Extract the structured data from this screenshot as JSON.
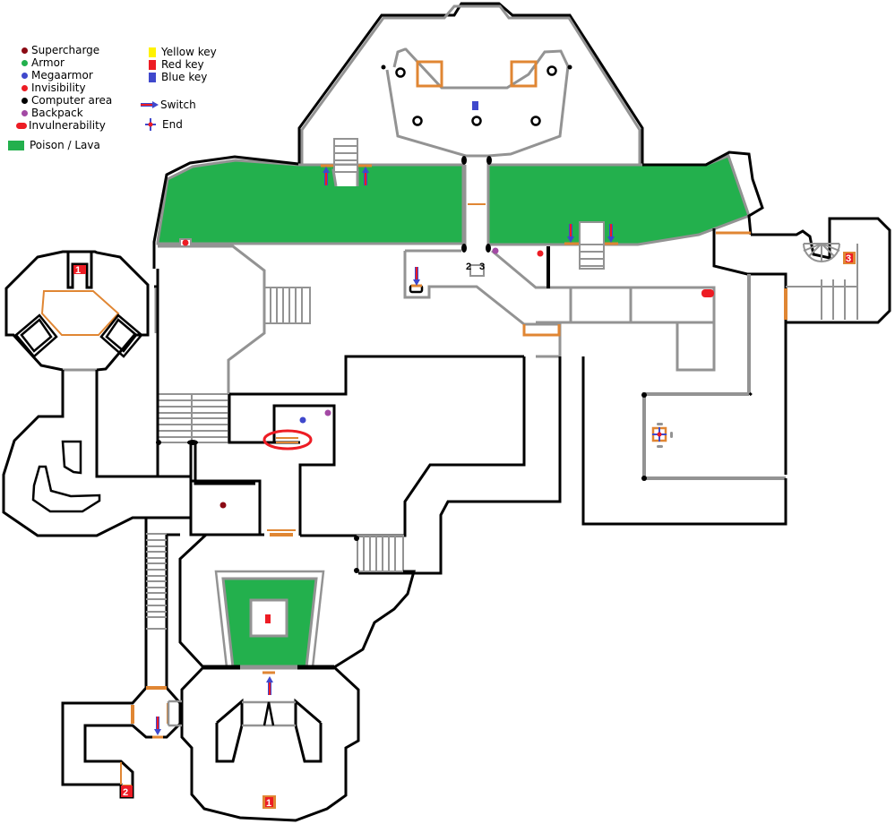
{
  "legend": {
    "items_left": [
      {
        "label": "Supercharge",
        "icon": "supercharge-dot",
        "color": "#8b0a14"
      },
      {
        "label": "Armor",
        "icon": "armor-dot",
        "color": "#23b04d"
      },
      {
        "label": "Megaarmor",
        "icon": "megaarmor-dot",
        "color": "#3f48cc"
      },
      {
        "label": "Invisibility",
        "icon": "invisibility-dot",
        "color": "#ed1c24"
      },
      {
        "label": "Computer area",
        "icon": "computer-area-dot",
        "color": "#000000"
      },
      {
        "label": "Backpack",
        "icon": "backpack-dot",
        "color": "#a349a4"
      },
      {
        "label": "Invulnerability",
        "icon": "invulnerability-pill",
        "color": "#ed1c24"
      }
    ],
    "lava": {
      "label": "Poison / Lava",
      "color": "#23b04d"
    },
    "items_right": [
      {
        "label": "Yellow key",
        "icon": "yellow-key",
        "color": "#fff200"
      },
      {
        "label": "Red key",
        "icon": "red-key",
        "color": "#ed1c24"
      },
      {
        "label": "Blue key",
        "icon": "blue-key",
        "color": "#3f48cc"
      }
    ],
    "switch": {
      "label": "Switch",
      "icon": "switch-arrow-icon"
    },
    "end": {
      "label": "End",
      "icon": "end-cross-icon"
    }
  },
  "map": {
    "colors": {
      "wall": "#000000",
      "inner_wall": "#939393",
      "door": "#e08633",
      "lava": "#23b04d",
      "switch_arrow": "#ed1c24",
      "switch_outline": "#3f48cc"
    },
    "teleporter_labels": {
      "west_room": "1",
      "south_room": "1",
      "southwest": "2",
      "east_room": "3",
      "center_a": "2",
      "center_b": "3"
    },
    "circled_area_note": ""
  }
}
